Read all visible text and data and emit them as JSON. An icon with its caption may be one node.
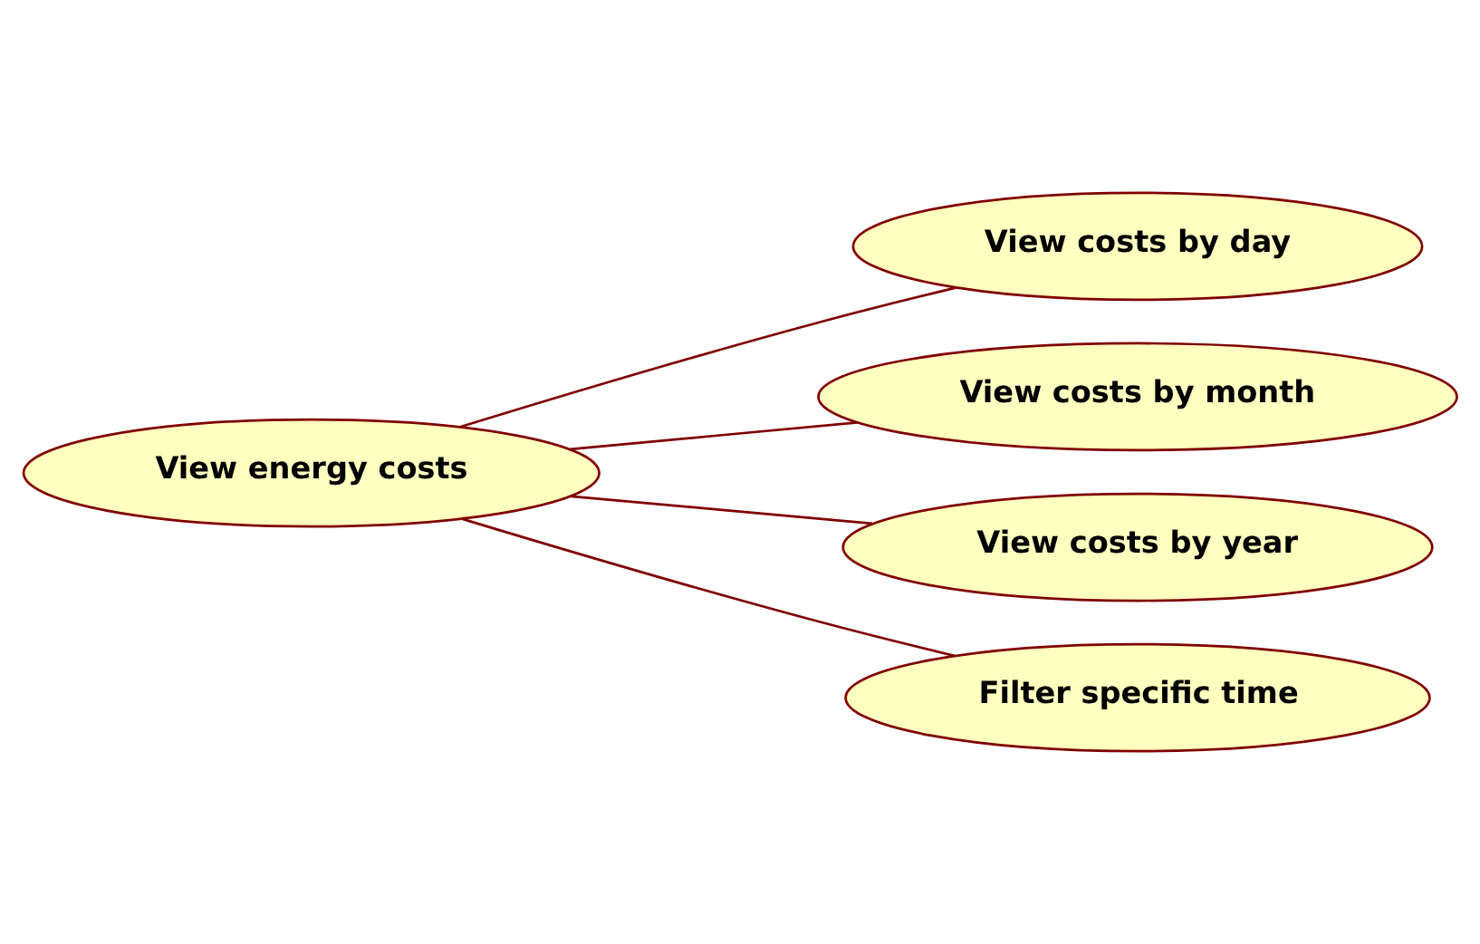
{
  "diagram": {
    "nodes": [
      {
        "text": [
          "View energy costs"
        ]
      },
      {
        "text": [
          "View costs by day"
        ]
      },
      {
        "text": [
          "View costs by month"
        ]
      },
      {
        "text": [
          "View costs by year"
        ]
      },
      {
        "text": [
          "Filter specific time"
        ]
      }
    ],
    "edges": [
      {
        "from": 0,
        "to": 1,
        "arrow": "none"
      },
      {
        "from": 0,
        "to": 2,
        "arrow": "none"
      },
      {
        "from": 0,
        "to": 3,
        "arrow": "none"
      },
      {
        "from": 0,
        "to": 4,
        "arrow": "none"
      }
    ]
  }
}
